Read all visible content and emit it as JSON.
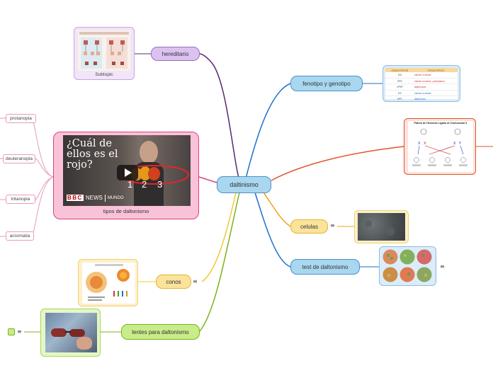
{
  "central": {
    "label": "daltinismo"
  },
  "branches": {
    "hereditario": {
      "label": "hereditario",
      "image_caption": "Subtopic"
    },
    "fenotipo": {
      "label": "fenotipo y genotipo",
      "table": {
        "headers": [
          "GENOTIPOS",
          "FENOTIPOS"
        ],
        "rows": [
          [
            "XX",
            "visión normal"
          ],
          [
            "XᵈX",
            "visión normal, portadora"
          ],
          [
            "XᵈXᵈ",
            "daltónica"
          ],
          [
            "XY",
            "visión normal"
          ],
          [
            "XᵈY",
            "daltónico"
          ]
        ]
      }
    },
    "herencia_image": {
      "title": "Patrón de Herencia Ligado al Cromosoma X"
    },
    "tipos": {
      "label": "tipos de daltonismo",
      "video": {
        "headline": "¿Cuál de ellos es el rojo?",
        "numbers": [
          "1",
          "2",
          "3"
        ],
        "brand": "BBC",
        "brand_sub": "NEWS",
        "brand_section": "MUNDO"
      },
      "subtopics": [
        "protanopia",
        "deuteranopia",
        "tritanopia",
        "acromatia"
      ]
    },
    "celulas": {
      "label": "celulas"
    },
    "test": {
      "label": "test de daltonismo"
    },
    "conos": {
      "label": "conos"
    },
    "lentes": {
      "label": "lentes para daltonismo"
    }
  },
  "colors": {
    "purple": "#c9a6e0",
    "blue": "#a9d7f0",
    "orange_red": "#f1b9a8",
    "pink": "#f5a3c8",
    "yellow": "#fbe39b",
    "green": "#c9ec8a"
  }
}
